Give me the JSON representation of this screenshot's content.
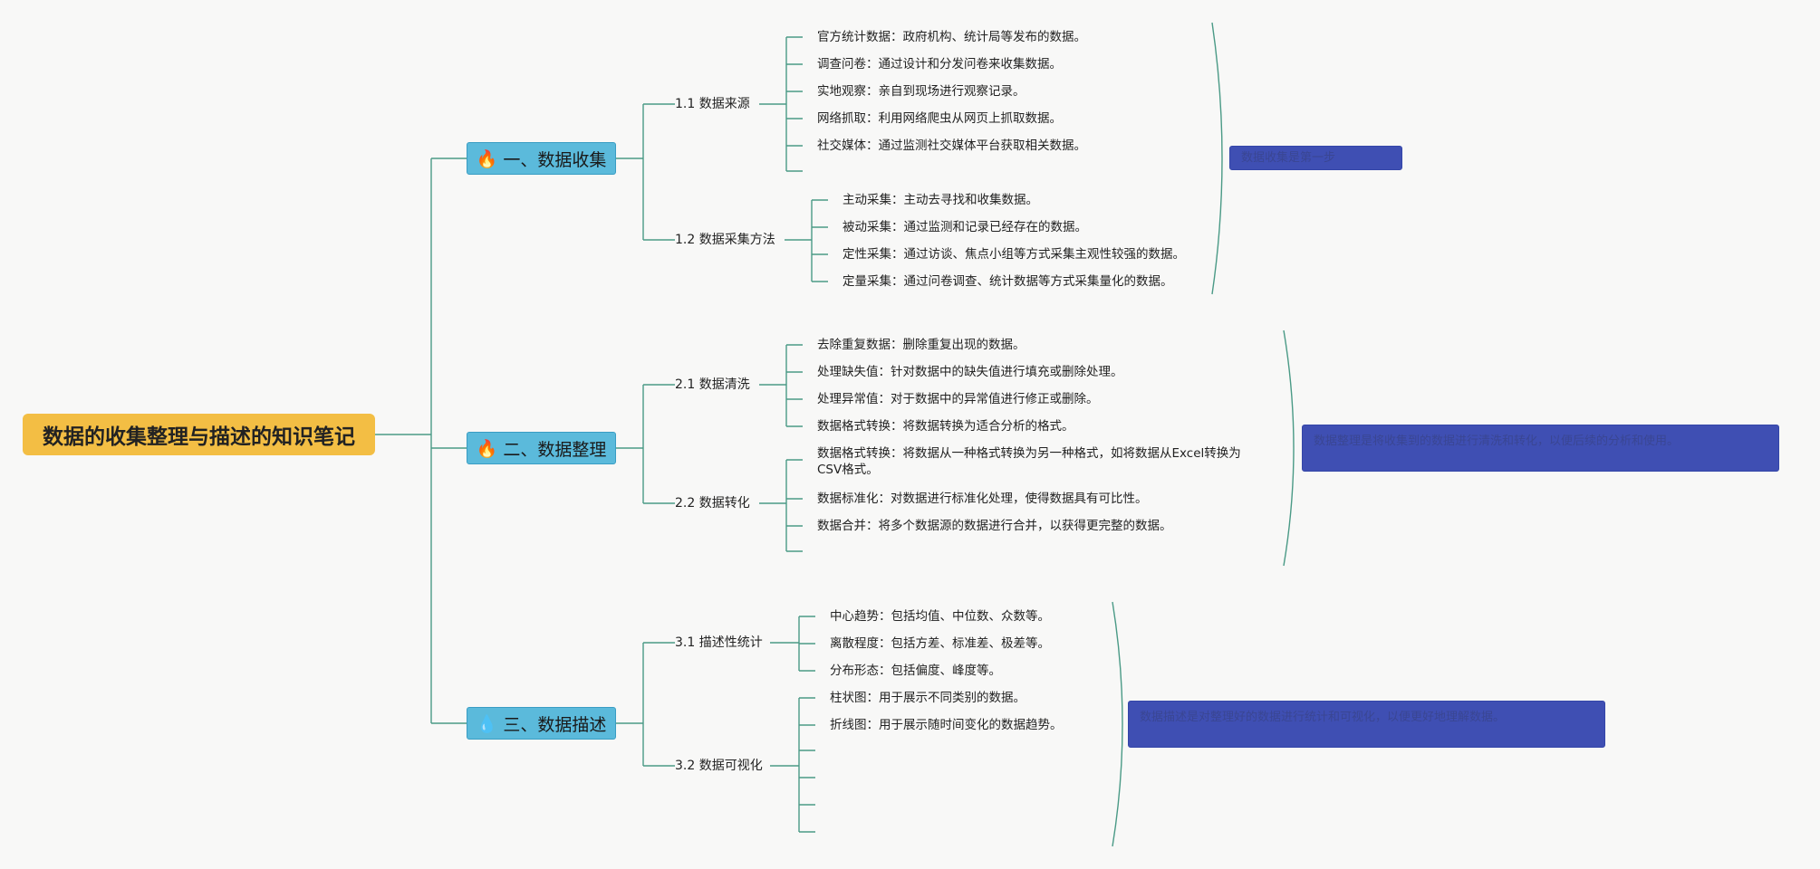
{
  "root": {
    "title": "数据的收集整理与描述的知识笔记"
  },
  "branches": [
    {
      "icon": "fire-icon",
      "icon_glyph": "🔥",
      "title": "一、数据收集",
      "subs": [
        {
          "title": "1.1 数据来源",
          "leaves": [
            "官方统计数据：政府机构、统计局等发布的数据。",
            "调查问卷：通过设计和分发问卷来收集数据。",
            "实地观察：亲自到现场进行观察记录。",
            "网络抓取：利用网络爬虫从网页上抓取数据。",
            "社交媒体：通过监测社交媒体平台获取相关数据。",
            ""
          ]
        },
        {
          "title": "1.2 数据采集方法",
          "leaves": [
            "主动采集：主动去寻找和收集数据。",
            "被动采集：通过监测和记录已经存在的数据。",
            "定性采集：通过访谈、焦点小组等方式采集主观性较强的数据。",
            "定量采集：通过问卷调查、统计数据等方式采集量化的数据。"
          ]
        }
      ],
      "summary": "数据收集是第一步"
    },
    {
      "icon": "fire-icon",
      "icon_glyph": "🔥",
      "title": "二、数据整理",
      "subs": [
        {
          "title": "2.1 数据清洗",
          "leaves": [
            "去除重复数据：删除重复出现的数据。",
            "处理缺失值：针对数据中的缺失值进行填充或删除处理。",
            "处理异常值：对于数据中的异常值进行修正或删除。",
            "数据格式转换：将数据转换为适合分析的格式。"
          ]
        },
        {
          "title": "2.2 数据转化",
          "leaves": [
            "数据格式转换：将数据从一种格式转换为另一种格式，如将数据从Excel转换为CSV格式。",
            "数据标准化：对数据进行标准化处理，使得数据具有可比性。",
            "数据合并：将多个数据源的数据进行合并，以获得更完整的数据。",
            ""
          ]
        }
      ],
      "summary": "数据整理是将收集到的数据进行清洗和转化，以便后续的分析和使用。"
    },
    {
      "icon": "drop-icon",
      "icon_glyph": "💧",
      "title": "三、数据描述",
      "subs": [
        {
          "title": "3.1 描述性统计",
          "leaves": [
            "中心趋势：包括均值、中位数、众数等。",
            "离散程度：包括方差、标准差、极差等。",
            "分布形态：包括偏度、峰度等。"
          ]
        },
        {
          "title": "3.2 数据可视化",
          "leaves": [
            "柱状图：用于展示不同类别的数据。",
            "折线图：用于展示随时间变化的数据趋势。",
            "",
            "",
            "",
            ""
          ]
        }
      ],
      "summary": "数据描述是对整理好的数据进行统计和可视化，以便更好地理解数据。"
    }
  ],
  "colors": {
    "line": "#4a9a86",
    "root": "#f3be44",
    "main": "#5bbadb",
    "summary": "#3f4fb3"
  }
}
